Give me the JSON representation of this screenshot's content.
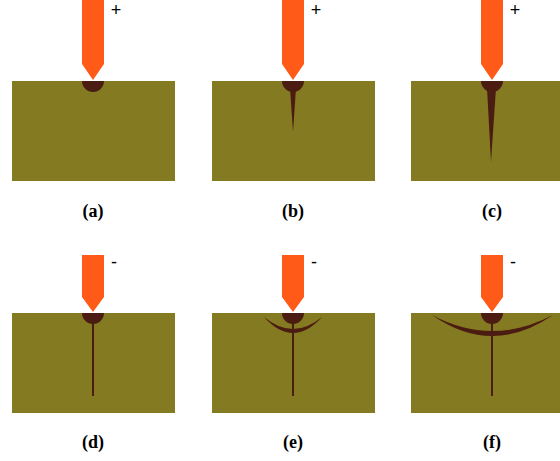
{
  "diagram": {
    "labels": [
      "+",
      "+",
      "+",
      "(a)",
      "(b)",
      "(c)",
      "-",
      "-",
      "-",
      "(d)",
      "(e)",
      "(f)"
    ]
  }
}
